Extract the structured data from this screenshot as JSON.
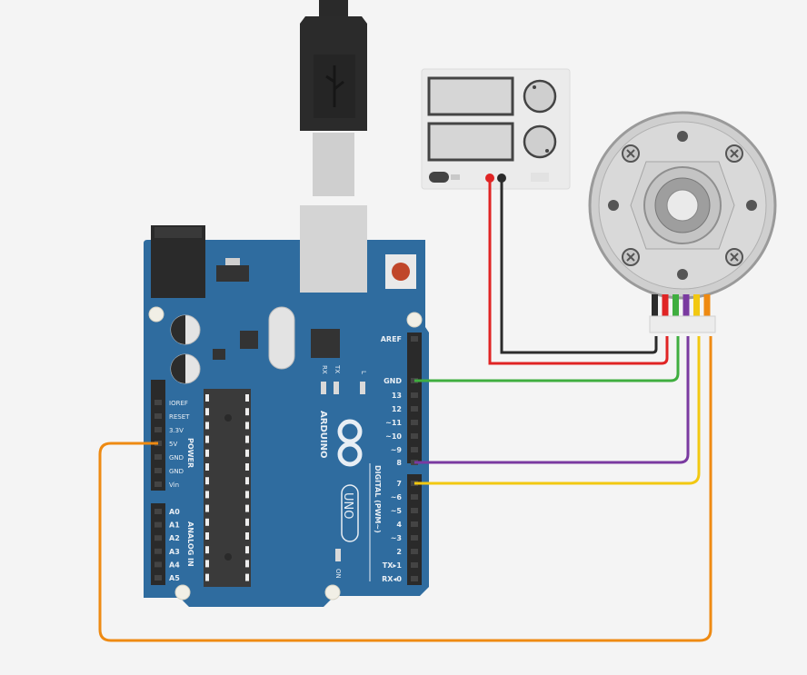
{
  "title": "Arduino UNO wired to DC motor encoder and power supply",
  "board": {
    "brand": "ARDUINO",
    "model": "UNO",
    "digital_header_label": "DIGITAL (PWM~)",
    "power_header_label": "POWER",
    "analog_header_label": "ANALOG IN",
    "on_led_label": "ON",
    "led_labels": [
      "RX",
      "TX",
      "L"
    ],
    "digital_pins": [
      "AREF",
      "GND",
      "13",
      "12",
      "~11",
      "~10",
      "~9",
      "8",
      "7",
      "~6",
      "~5",
      "4",
      "~3",
      "2",
      "TX▸1",
      "RX◂0"
    ],
    "power_pins": [
      "IOREF",
      "RESET",
      "3.3V",
      "5V",
      "GND",
      "GND",
      "Vin"
    ],
    "analog_pins": [
      "A0",
      "A1",
      "A2",
      "A3",
      "A4",
      "A5"
    ]
  },
  "power_supply": {
    "name": "DC power supply",
    "terminals": [
      "+",
      "-"
    ]
  },
  "motor": {
    "name": "DC gear motor with encoder",
    "wire_colors": [
      "#2b2b2b",
      "#e02424",
      "#3fae3f",
      "#7a3aa0",
      "#f2c811",
      "#ee8a12"
    ]
  },
  "wires": [
    {
      "name": "motor-black-to-supply-negative",
      "color": "#2b2b2b",
      "from": "Motor black",
      "to": "Power supply -"
    },
    {
      "name": "motor-red-to-supply-positive",
      "color": "#e02424",
      "from": "Motor red",
      "to": "Power supply +"
    },
    {
      "name": "encoder-green-to-gnd",
      "color": "#3fae3f",
      "from": "Motor green",
      "to": "GND"
    },
    {
      "name": "encoder-purple-to-pin8",
      "color": "#7a3aa0",
      "from": "Motor purple",
      "to": "8"
    },
    {
      "name": "encoder-yellow-to-pin7",
      "color": "#f2c811",
      "from": "Motor yellow",
      "to": "7"
    },
    {
      "name": "encoder-orange-to-5v",
      "color": "#ee8a12",
      "from": "Motor orange",
      "to": "5V"
    }
  ],
  "colors": {
    "board": "#2f6c9f",
    "background": "#f4f4f4",
    "header": "#2a2a2a"
  }
}
